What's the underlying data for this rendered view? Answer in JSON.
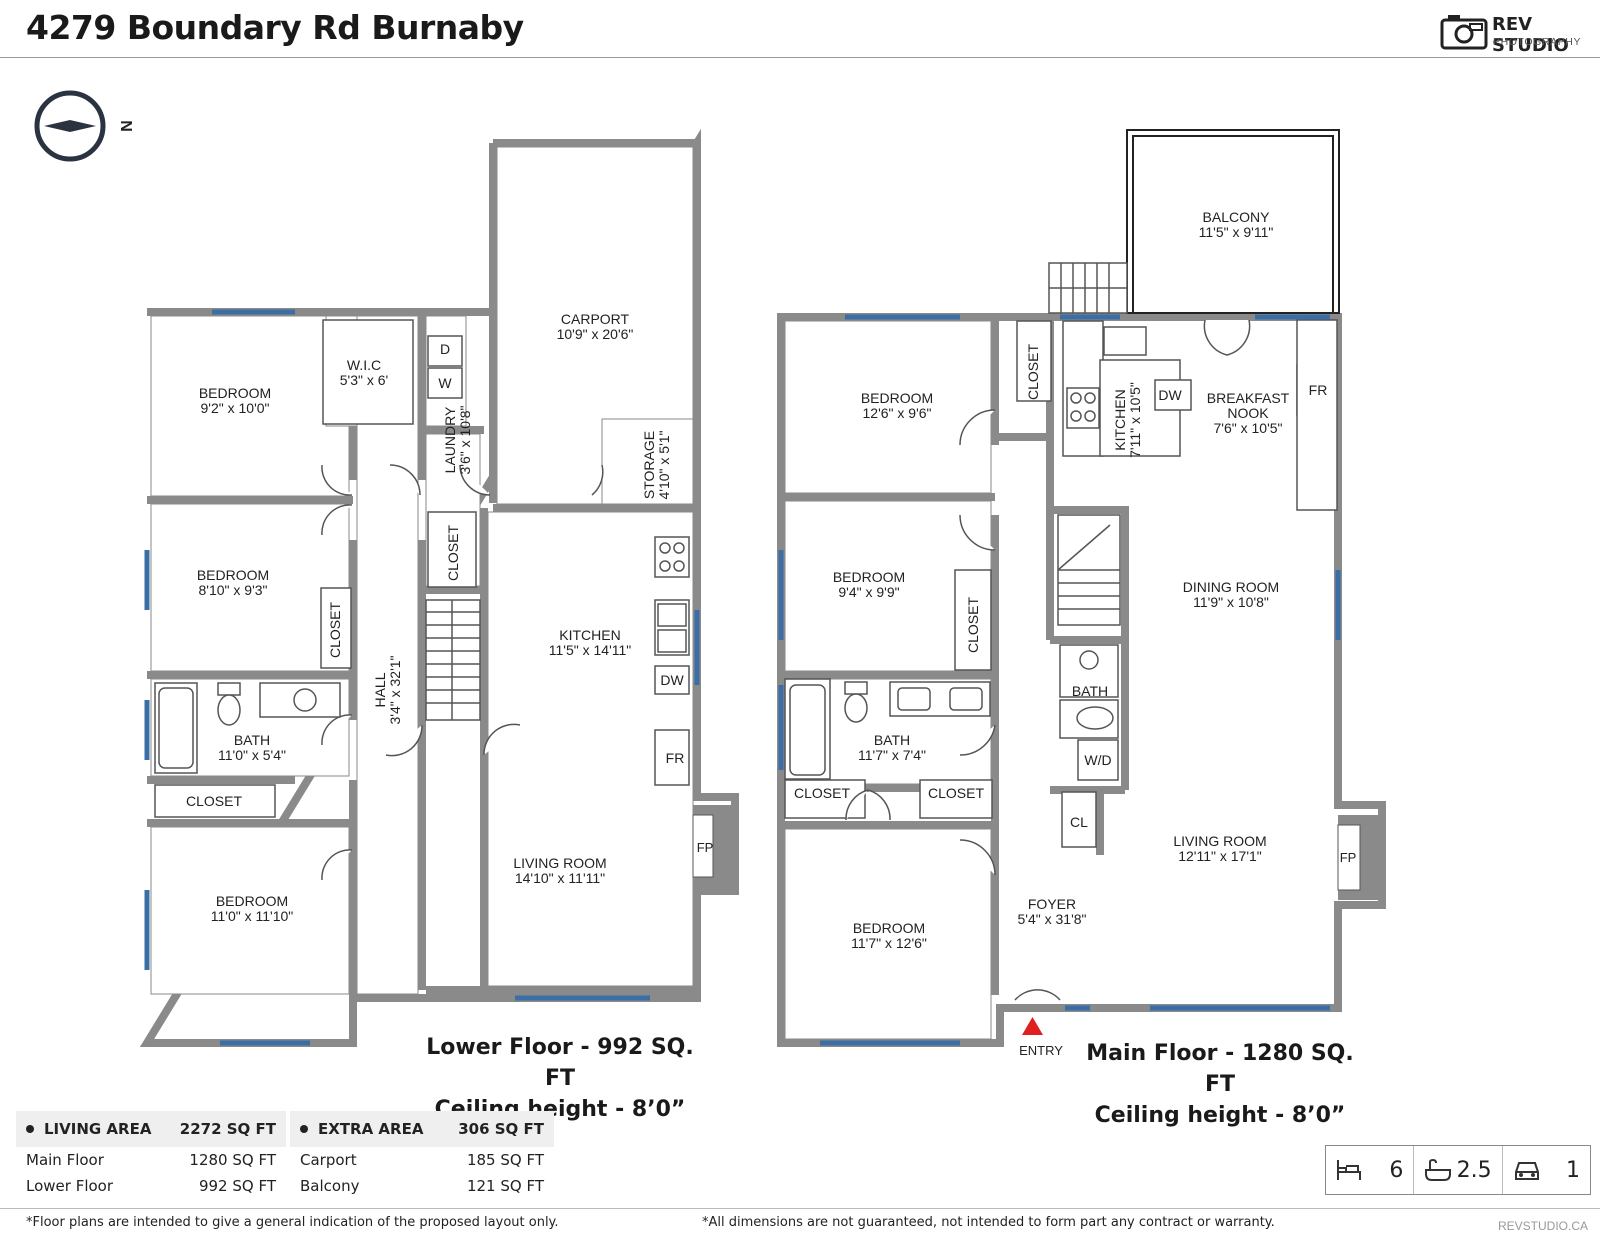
{
  "header": {
    "title": "4279 Boundary Rd Burnaby"
  },
  "logo": {
    "brand": "REV STUDIO",
    "sub": "PHOTOGRAPHY"
  },
  "compass": {
    "label": "N"
  },
  "lower_floor": {
    "caption_line1": "Lower Floor - 992 SQ. FT",
    "caption_line2": "Ceiling height - 8’0”",
    "rooms": {
      "bedroom1": {
        "name": "BEDROOM",
        "dim": "9'2\" x 10'0\""
      },
      "wic": {
        "name": "W.I.C",
        "dim": "5'3\" x 6'"
      },
      "laundry": {
        "name": "LAUNDRY",
        "dim": "3'6\" x 10'8\""
      },
      "carport": {
        "name": "CARPORT",
        "dim": "10'9\" x 20'6\""
      },
      "storage": {
        "name": "STORAGE",
        "dim": "4'10\" x 5'1\""
      },
      "bedroom2": {
        "name": "BEDROOM",
        "dim": "8'10\" x 9'3\""
      },
      "kitchen": {
        "name": "KITCHEN",
        "dim": "11'5\" x 14'11\""
      },
      "hall": {
        "name": "HALL",
        "dim": "3'4\" x 32'1\""
      },
      "bath": {
        "name": "BATH",
        "dim": "11'0\" x 5'4\""
      },
      "bedroom3": {
        "name": "BEDROOM",
        "dim": "11'0\" x 11'10\""
      },
      "living": {
        "name": "LIVING ROOM",
        "dim": "14'10\" x 11'11\""
      }
    },
    "fixtures": {
      "d": "D",
      "w": "W",
      "closet": "CLOSET",
      "dw": "DW",
      "fr": "FR",
      "fp": "FP"
    }
  },
  "main_floor": {
    "caption_line1": "Main Floor - 1280 SQ. FT",
    "caption_line2": "Ceiling height - 8’0”",
    "rooms": {
      "balcony": {
        "name": "BALCONY",
        "dim": "11'5\" x 9'11\""
      },
      "bedroom1": {
        "name": "BEDROOM",
        "dim": "12'6\" x 9'6\""
      },
      "kitchen": {
        "name": "KITCHEN",
        "dim": "7'11\" x 10'5\""
      },
      "nook": {
        "name1": "BREAKFAST",
        "name2": "NOOK",
        "dim": "7'6\" x 10'5\""
      },
      "bedroom2": {
        "name": "BEDROOM",
        "dim": "9'4\" x 9'9\""
      },
      "dining": {
        "name": "DINING ROOM",
        "dim": "11'9\" x 10'8\""
      },
      "bath1": {
        "name": "BATH",
        "dim": "11'7\" x 7'4\""
      },
      "bath2": {
        "name": "BATH"
      },
      "living": {
        "name": "LIVING ROOM",
        "dim": "12'11\" x 17'1\""
      },
      "foyer": {
        "name": "FOYER",
        "dim": "5'4\" x 31'8\""
      },
      "bedroom3": {
        "name": "BEDROOM",
        "dim": "11'7\" x 12'6\""
      }
    },
    "fixtures": {
      "closet": "CLOSET",
      "dw": "DW",
      "fr": "FR",
      "fp": "FP",
      "wd": "W/D",
      "cl": "CL",
      "entry": "ENTRY"
    }
  },
  "living_area": {
    "label": "LIVING AREA",
    "total": "2272 SQ FT",
    "rows": [
      {
        "name": "Main Floor",
        "value": "1280 SQ FT"
      },
      {
        "name": "Lower Floor",
        "value": "992 SQ FT"
      }
    ]
  },
  "extra_area": {
    "label": "EXTRA AREA",
    "total": "306 SQ FT",
    "rows": [
      {
        "name": "Carport",
        "value": "185 SQ FT"
      },
      {
        "name": "Balcony",
        "value": "121 SQ FT"
      }
    ]
  },
  "stats": {
    "bedrooms": "6",
    "bathrooms": "2.5",
    "parking": "1"
  },
  "footer": {
    "left": "*Floor plans are intended to give a general indication of the proposed layout only.",
    "right": "*All dimensions are not guaranteed, not intended to form part any contract or warranty.",
    "site": "REVSTUDIO.CA"
  },
  "colors": {
    "wall": "#8a8a8a",
    "window": "#3a6ea5",
    "entry_arrow": "#e02020",
    "text": "#222222"
  }
}
